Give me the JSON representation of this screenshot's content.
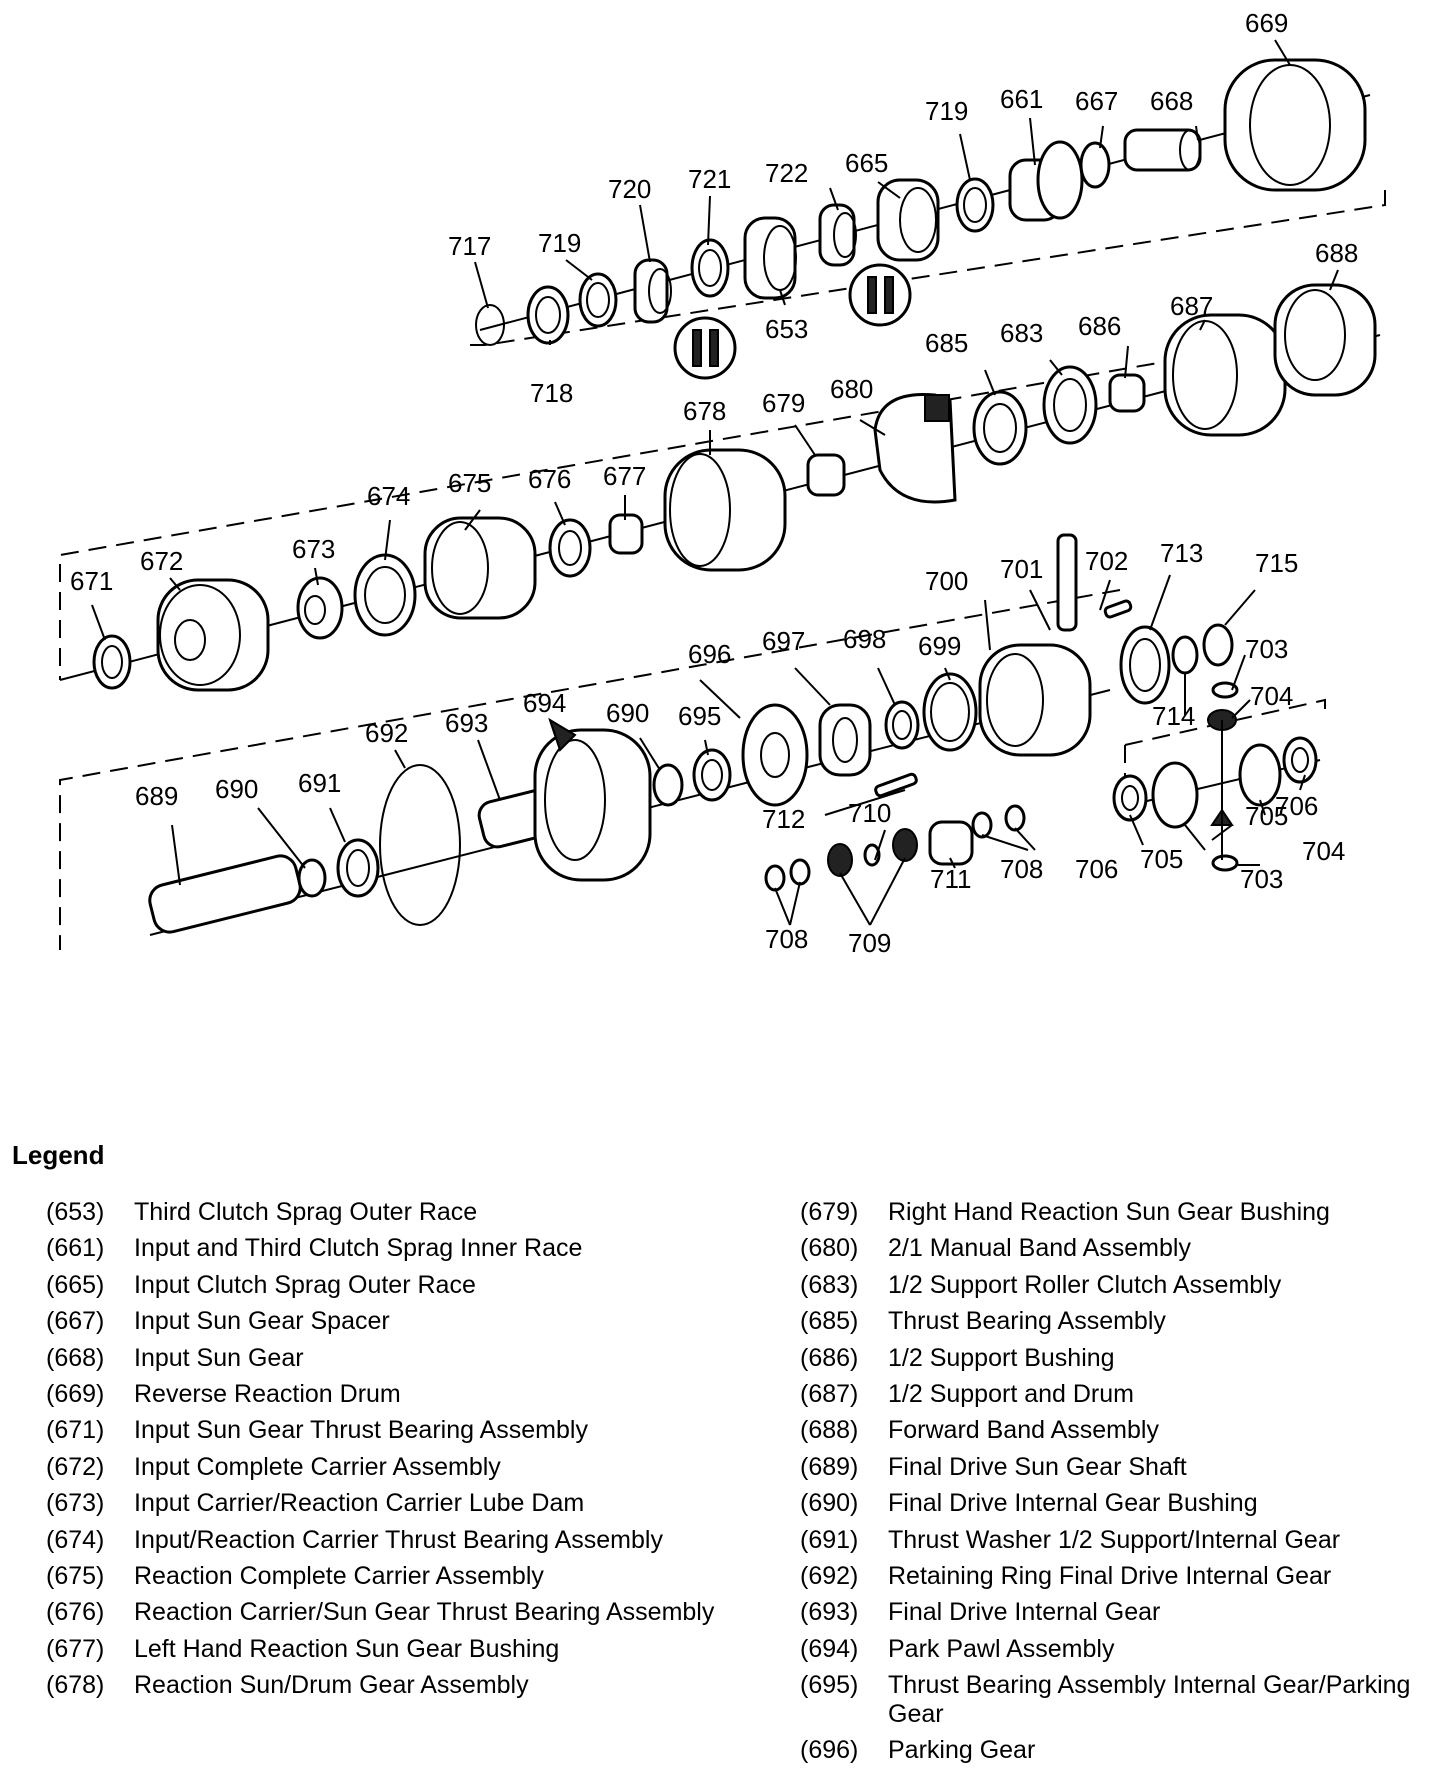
{
  "callouts": {
    "p653": "653",
    "p661": "661",
    "p665": "665",
    "p667": "667",
    "p668": "668",
    "p669": "669",
    "p671": "671",
    "p672": "672",
    "p673": "673",
    "p674": "674",
    "p675": "675",
    "p676": "676",
    "p677": "677",
    "p678": "678",
    "p679": "679",
    "p680": "680",
    "p683": "683",
    "p685": "685",
    "p686": "686",
    "p687": "687",
    "p688": "688",
    "p689": "689",
    "p690": "690",
    "p691": "691",
    "p692": "692",
    "p693": "693",
    "p694": "694",
    "p695": "695",
    "p696": "696",
    "p697": "697",
    "p698": "698",
    "p699": "699",
    "p700": "700",
    "p701": "701",
    "p702": "702",
    "p703": "703",
    "p704": "704",
    "p705": "705",
    "p706": "706",
    "p708": "708",
    "p709": "709",
    "p710": "710",
    "p711": "711",
    "p712": "712",
    "p713": "713",
    "p714": "714",
    "p715": "715",
    "p717": "717",
    "p718": "718",
    "p719": "719",
    "p720": "720",
    "p721": "721",
    "p722": "722"
  },
  "legend": {
    "title": "Legend",
    "left": [
      {
        "num": "(653)",
        "text": "Third Clutch Sprag Outer Race"
      },
      {
        "num": "(661)",
        "text": "Input and Third Clutch Sprag Inner Race"
      },
      {
        "num": "(665)",
        "text": "Input Clutch Sprag Outer Race"
      },
      {
        "num": "(667)",
        "text": "Input Sun Gear Spacer"
      },
      {
        "num": "(668)",
        "text": "Input Sun Gear"
      },
      {
        "num": "(669)",
        "text": "Reverse Reaction Drum"
      },
      {
        "num": "(671)",
        "text": "Input Sun Gear Thrust Bearing Assembly"
      },
      {
        "num": "(672)",
        "text": "Input Complete Carrier Assembly"
      },
      {
        "num": "(673)",
        "text": "Input Carrier/Reaction Carrier Lube Dam"
      },
      {
        "num": "(674)",
        "text": "Input/Reaction Carrier Thrust Bearing Assembly"
      },
      {
        "num": "(675)",
        "text": "Reaction Complete Carrier Assembly"
      },
      {
        "num": "(676)",
        "text": "Reaction Carrier/Sun Gear Thrust Bearing Assembly"
      },
      {
        "num": "(677)",
        "text": "Left Hand Reaction Sun Gear Bushing"
      },
      {
        "num": "(678)",
        "text": "Reaction Sun/Drum Gear Assembly"
      }
    ],
    "right": [
      {
        "num": "(679)",
        "text": "Right Hand Reaction Sun Gear Bushing"
      },
      {
        "num": "(680)",
        "text": "2/1 Manual Band Assembly"
      },
      {
        "num": "(683)",
        "text": "1/2 Support Roller Clutch Assembly"
      },
      {
        "num": "(685)",
        "text": "Thrust Bearing Assembly"
      },
      {
        "num": "(686)",
        "text": "1/2 Support Bushing"
      },
      {
        "num": "(687)",
        "text": "1/2 Support and Drum"
      },
      {
        "num": "(688)",
        "text": "Forward Band Assembly"
      },
      {
        "num": "(689)",
        "text": "Final Drive Sun Gear Shaft"
      },
      {
        "num": "(690)",
        "text": "Final Drive Internal Gear Bushing"
      },
      {
        "num": "(691)",
        "text": "Thrust Washer 1/2 Support/Internal Gear"
      },
      {
        "num": "(692)",
        "text": "Retaining Ring Final Drive Internal Gear"
      },
      {
        "num": "(693)",
        "text": "Final Drive Internal Gear"
      },
      {
        "num": "(694)",
        "text": "Park Pawl Assembly"
      },
      {
        "num": "(695)",
        "text": "Thrust Bearing Assembly Internal Gear/Parking Gear"
      },
      {
        "num": "(696)",
        "text": "Parking Gear"
      }
    ]
  }
}
